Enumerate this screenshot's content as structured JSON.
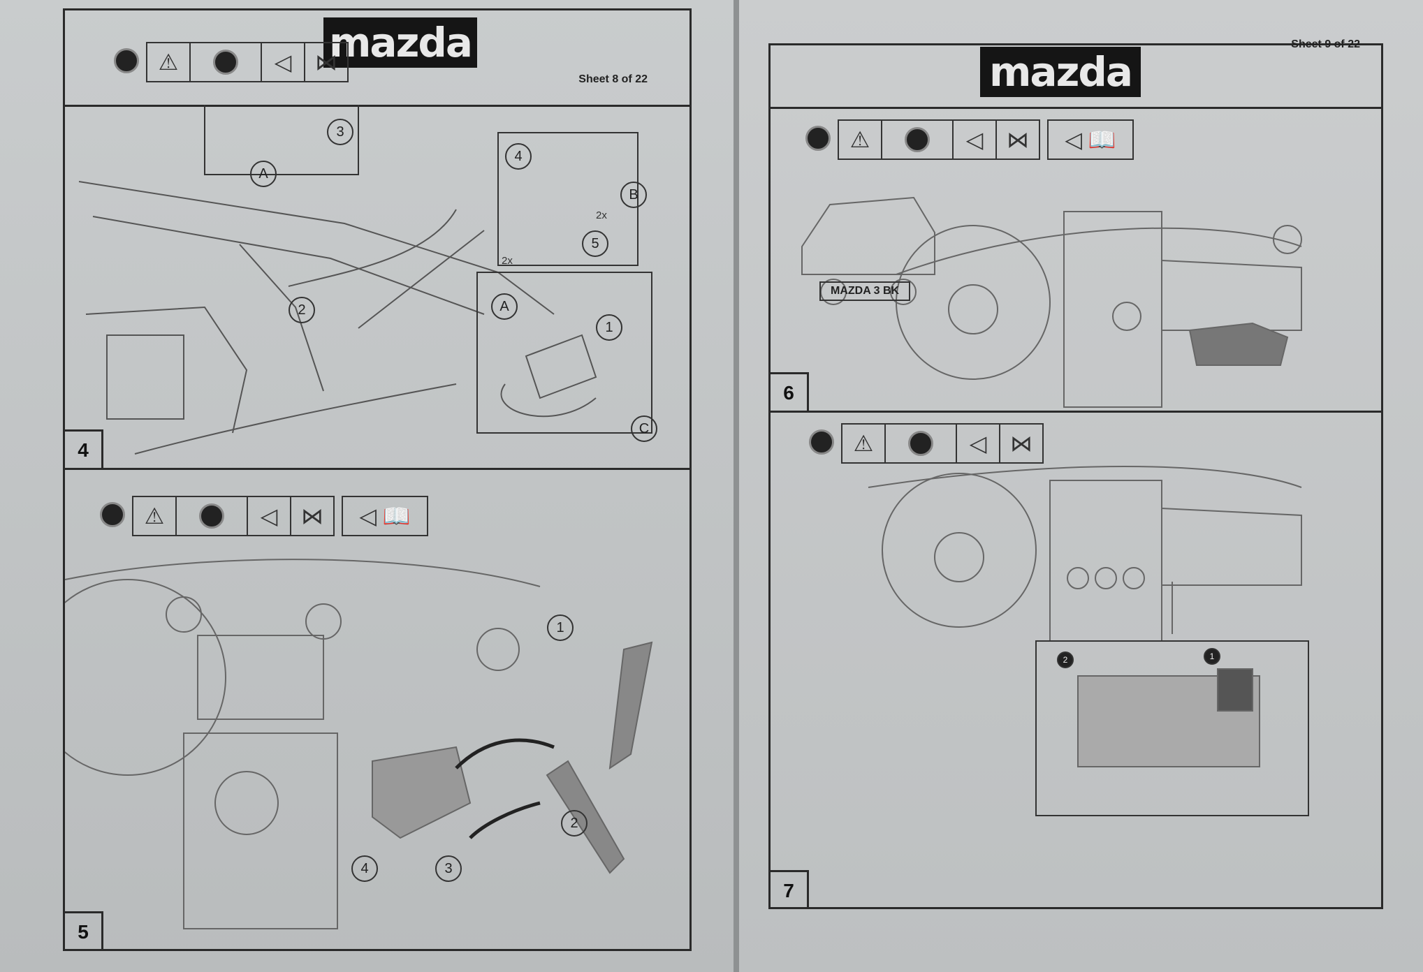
{
  "left_sheet": {
    "logo": "mazda",
    "sheet_label": "Sheet 8 of 22",
    "steps": [
      {
        "number": "4",
        "callouts": [
          "A",
          "3",
          "4",
          "B",
          "2x",
          "5",
          "2x",
          "2",
          "A",
          "1",
          "C"
        ]
      },
      {
        "number": "5",
        "callouts": [
          "1",
          "2",
          "3",
          "4"
        ]
      }
    ]
  },
  "right_sheet": {
    "logo": "mazda",
    "sheet_label": "Sheet 9 of 22",
    "steps": [
      {
        "number": "6",
        "model_label": "MAZDA 3 BK"
      },
      {
        "number": "7",
        "callouts": [
          "2",
          "1"
        ]
      }
    ]
  },
  "icons": [
    "steering-wheel-icon",
    "warning-triangle-icon",
    "steering-wheel-icon",
    "eye-icon",
    "mirror-icon",
    "book-icon"
  ]
}
